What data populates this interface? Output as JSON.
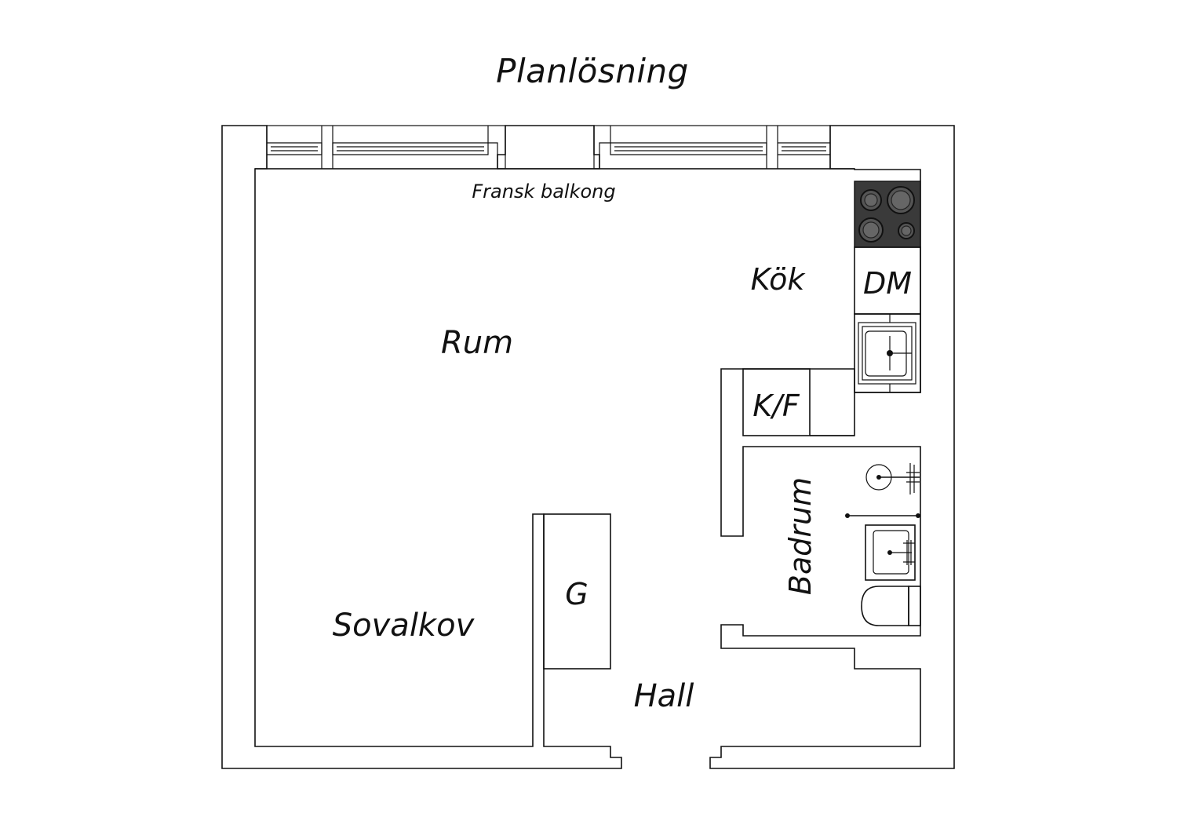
{
  "title": "Planlösning",
  "labels": {
    "balcony": "Fransk balkong",
    "kitchen": "Kök",
    "dishwasher": "DM",
    "room": "Rum",
    "fridge_freezer": "K/F",
    "bathroom": "Badrum",
    "wardrobe": "G",
    "alcove": "Sovalkov",
    "hall": "Hall"
  }
}
